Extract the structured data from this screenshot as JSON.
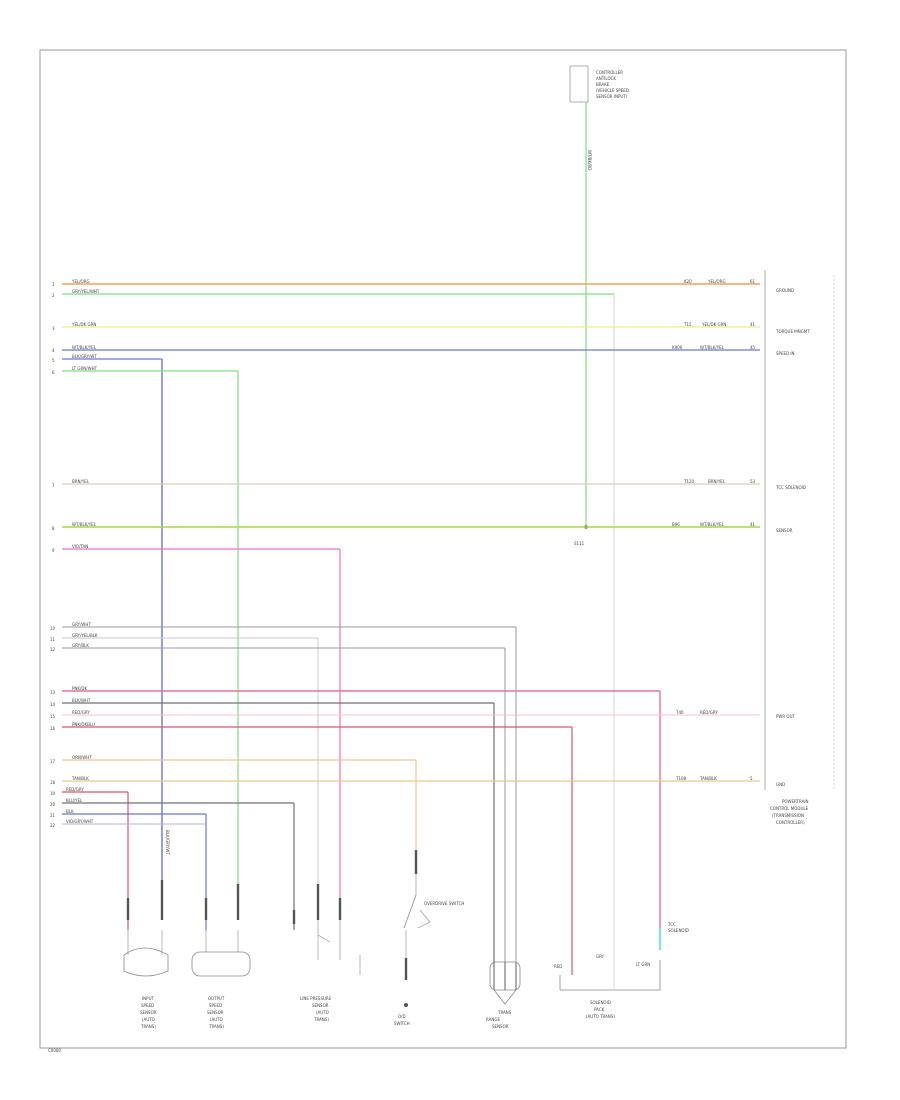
{
  "colors": {
    "orange": "#f5a05a",
    "green": "#7ee07e",
    "yellow": "#f0e890",
    "blue": "#6d73d8",
    "tan": "#e0cfaa",
    "lime": "#a6d84a",
    "pink": "#f06ec8",
    "grey": "#9a9a9a",
    "lightgrey": "#c8c8c8",
    "red": "#e05070",
    "lightorange": "#f5c48a",
    "darkgrey": "#707070",
    "cyan": "#8ae0e0",
    "frame": "#999999"
  },
  "top_component": {
    "label_lines": [
      "CONTROLLER",
      "ANTILOCK",
      "BRAKE",
      "(VEHICLE SPEED",
      "SENSOR INPUT)"
    ],
    "wire_label": "WT/BK/RD"
  },
  "splice_label": "S111",
  "module_label_lines": [
    "POWERTRAIN",
    "CONTROL MODULE",
    "(TRANSMISSION",
    "CONTROLLER)"
  ],
  "wires": [
    {
      "id": "w1",
      "pin": "1",
      "left_label": "YEL/ORG",
      "right_code": "K20",
      "right_label": "YEL/ORG",
      "right_pin": "61",
      "module_label": "GROUND"
    },
    {
      "id": "w2",
      "pin": "2",
      "left_label": "GRY/YEL/WHT",
      "right_code": "",
      "right_label": "",
      "right_pin": "",
      "module_label": ""
    },
    {
      "id": "w3",
      "pin": "3",
      "left_label": "YEL/DK GRN",
      "right_code": "T15",
      "right_label": "YEL/DK GRN",
      "right_pin": "41",
      "module_label": "TORQUE MNGMT"
    },
    {
      "id": "w4",
      "pin": "4",
      "left_label": "WT/BLK/YEL",
      "right_code": "K906",
      "right_label": "WT/BLK/YEL",
      "right_pin": "45",
      "module_label": "SPEED IN"
    },
    {
      "id": "w5",
      "pin": "5",
      "left_label": "BLK/GRY/WT",
      "right_code": "",
      "right_label": "",
      "right_pin": "",
      "module_label": ""
    },
    {
      "id": "w6",
      "pin": "6",
      "left_label": "LT GRN/WHT",
      "right_code": "",
      "right_label": "",
      "right_pin": "",
      "module_label": ""
    },
    {
      "id": "w7",
      "pin": "7",
      "left_label": "BRN/YEL",
      "right_code": "T120",
      "right_label": "BRN/YEL",
      "right_pin": "53",
      "module_label": "TCC SOLENOID"
    },
    {
      "id": "w8",
      "pin": "8",
      "left_label": "WT/BLK/YEL",
      "right_code": "B96",
      "right_label": "WT/BLK/YEL",
      "right_pin": "41",
      "module_label": "SENSOR"
    },
    {
      "id": "w9",
      "pin": "9",
      "left_label": "VIO/TAN",
      "right_code": "",
      "right_label": "",
      "right_pin": "",
      "module_label": ""
    },
    {
      "id": "w10",
      "pin": "10",
      "left_label": "GRY/WHT",
      "right_code": "",
      "right_label": "",
      "right_pin": "",
      "module_label": ""
    },
    {
      "id": "w11",
      "pin": "11",
      "left_label": "GRY/YEL/BLK",
      "right_code": "",
      "right_label": "",
      "right_pin": "",
      "module_label": ""
    },
    {
      "id": "w12",
      "pin": "12",
      "left_label": "GRY/BLK",
      "right_code": "",
      "right_label": "",
      "right_pin": "",
      "module_label": ""
    },
    {
      "id": "w13",
      "pin": "13",
      "left_label": "PNK/DK",
      "right_code": "",
      "right_label": "",
      "right_pin": "",
      "module_label": ""
    },
    {
      "id": "w14",
      "pin": "14",
      "left_label": "BLK/WHT",
      "right_code": "",
      "right_label": "",
      "right_pin": "",
      "module_label": ""
    },
    {
      "id": "w15",
      "pin": "15",
      "left_label": "RED/GRY",
      "right_code": "T40",
      "right_label": "RED/GRY",
      "right_pin": "",
      "module_label": "PWR OUT"
    },
    {
      "id": "w16",
      "pin": "16",
      "left_label": "PNK/DKBLU",
      "right_code": "",
      "right_label": "",
      "right_pin": "",
      "module_label": ""
    },
    {
      "id": "w17",
      "pin": "17",
      "left_label": "ORN/WHT",
      "right_code": "",
      "right_label": "",
      "right_pin": "",
      "module_label": ""
    },
    {
      "id": "w18",
      "pin": "18",
      "left_label": "TAN/BLK",
      "right_code": "T108",
      "right_label": "TAN/BLK",
      "right_pin": "5",
      "module_label": "GND"
    },
    {
      "id": "w19",
      "pin": "19",
      "left_label": "RED/GRY",
      "right_code": "",
      "right_label": "",
      "right_pin": "",
      "module_label": ""
    },
    {
      "id": "w20",
      "pin": "20",
      "left_label": "BLU/YEL",
      "right_code": "",
      "right_label": "",
      "right_pin": "",
      "module_label": ""
    },
    {
      "id": "w21",
      "pin": "21",
      "left_label": "BLK",
      "right_code": "",
      "right_label": "",
      "right_pin": "",
      "module_label": ""
    },
    {
      "id": "w22",
      "pin": "22",
      "left_label": "VIO/GRY/WHT",
      "right_code": "",
      "right_label": "",
      "right_pin": "",
      "module_label": ""
    }
  ],
  "components": [
    {
      "id": "input-speed-sensor",
      "label_lines": [
        "INPUT",
        "SPEED",
        "SENSOR",
        "(AUTO",
        "TRANS)"
      ]
    },
    {
      "id": "output-speed-sensor",
      "label_lines": [
        "OUTPUT",
        "SPEED",
        "SENSOR",
        "(AUTO",
        "TRANS)"
      ]
    },
    {
      "id": "line-pressure-sensor",
      "label_lines": [
        "LINE PRESSURE",
        "SENSOR",
        "(AUTO",
        "TRANS)"
      ]
    },
    {
      "id": "od-switch",
      "label_lines": [
        "O/D",
        "SWITCH"
      ],
      "switch_label": "OVERDRIVE SWITCH"
    },
    {
      "id": "trans-range-sensor",
      "label_lines": [
        "TRANS",
        "RANGE",
        "SENSOR"
      ]
    },
    {
      "id": "solenoid-pack",
      "label_lines": [
        "SOLENOID",
        "PACK",
        "(AUTO TRANS)"
      ],
      "pin_labels": [
        "RED",
        "GRY",
        "LT GRN"
      ]
    },
    {
      "id": "tcc-solenoid",
      "label_lines": [
        "TCC",
        "SOLENOID"
      ]
    }
  ],
  "footer_code": "C0000"
}
